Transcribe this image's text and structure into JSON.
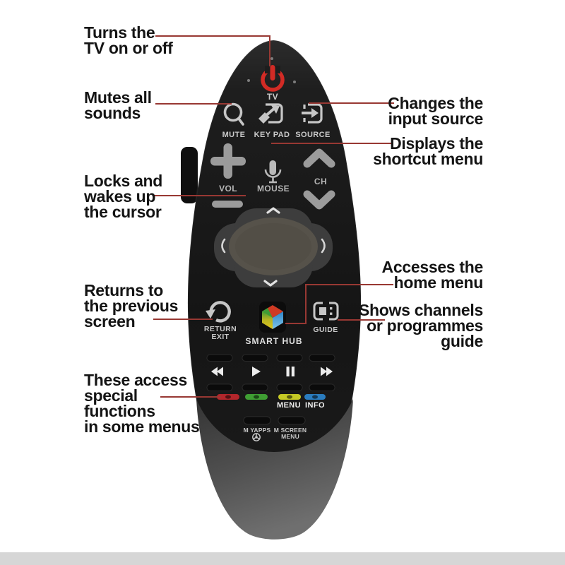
{
  "figure": {
    "annotations": {
      "power": {
        "text": "Turns the\nTV on or off"
      },
      "mute": {
        "text": "Mutes all\nsounds"
      },
      "mouse": {
        "text": "Locks and\nwakes up\nthe cursor"
      },
      "return": {
        "text": "Returns to\nthe previous\nscreen"
      },
      "colors": {
        "text": "These access\nspecial\nfunctions\nin some menus"
      },
      "source": {
        "text": "Changes the\ninput source"
      },
      "keypad": {
        "text": "Displays the\nshortcut menu"
      },
      "smarthub": {
        "text": "Accesses the\nhome menu"
      },
      "guide": {
        "text": "Shows channels\nor programmes\nguide"
      }
    },
    "remote": {
      "power": {
        "label": "TV"
      },
      "mute": {
        "label": "MUTE"
      },
      "keypad": {
        "label": "KEY PAD"
      },
      "source": {
        "label": "SOURCE"
      },
      "volume": {
        "label": "VOL"
      },
      "mouse": {
        "label": "MOUSE"
      },
      "channel": {
        "label": "CH"
      },
      "return": {
        "label": "RETURN\nEXIT"
      },
      "smart_hub": {
        "label": "SMART HUB"
      },
      "guide": {
        "label": "GUIDE"
      },
      "menu": {
        "label": "MENU"
      },
      "info": {
        "label": "INFO"
      },
      "myapps": {
        "label": "M YAPPS"
      },
      "mscreen": {
        "label": "M SCREEN\nMENU"
      },
      "colors": {
        "power_red": "#d22b25",
        "button_red": "#b3262b",
        "button_green": "#3f9e33",
        "button_yellow": "#c6ca25",
        "button_blue": "#2a7cbf",
        "callout_line": "#983833",
        "body_black": "#191919",
        "body_gray": "#5e5e5e"
      }
    }
  }
}
